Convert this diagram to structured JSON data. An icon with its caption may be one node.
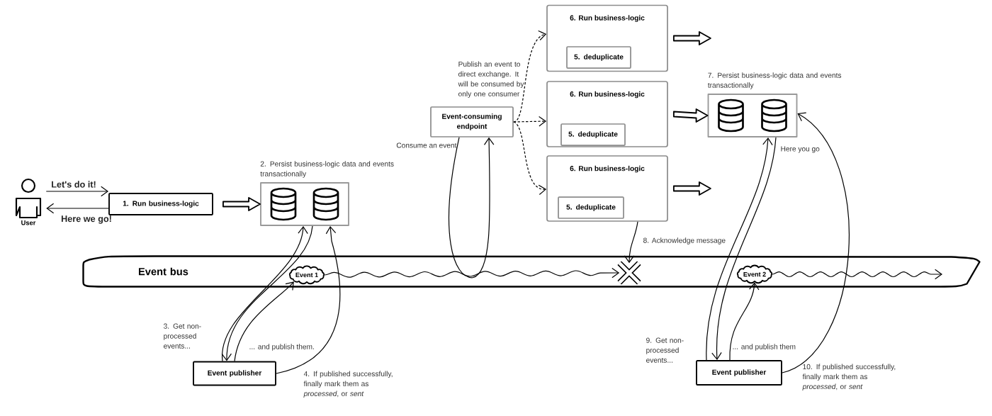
{
  "diagram": {
    "nodes": [
      {
        "text": [
          "User"
        ]
      },
      {
        "text": [
          "1. Run business-logic"
        ]
      },
      {
        "text": [
          "2. Persist business-logic data and events transactionally"
        ]
      },
      {
        "text": [
          "Event bus"
        ]
      },
      {
        "text": [
          "Event 1"
        ],
        "in": 3
      },
      {
        "text": [
          "Event publisher"
        ]
      },
      {
        "text": [
          "Event-consuming endpoint"
        ]
      },
      {
        "text": [
          "6. Run business-logic"
        ]
      },
      {
        "text": [
          "5. deduplicate"
        ],
        "in": 7
      },
      {
        "text": [
          "6. Run business-logic"
        ]
      },
      {
        "text": [
          "5. deduplicate"
        ],
        "in": 9
      },
      {
        "text": [
          "6. Run business-logic"
        ]
      },
      {
        "text": [
          "5. deduplicate"
        ],
        "in": 11
      },
      {
        "text": [
          "7. Persist business-logic data and events transactionally"
        ]
      },
      {
        "text": [],
        "shape": "cross",
        "in": 3
      },
      {
        "text": [
          "Event 2"
        ],
        "in": 3
      },
      {
        "text": [
          "Event publisher"
        ]
      }
    ],
    "edges": [
      {
        "from": 0,
        "to": 1,
        "arrow": "to",
        "label": "Let's do it!"
      },
      {
        "from": 1,
        "to": 0,
        "arrow": "to",
        "label": "Here we go!"
      },
      {
        "from": 1,
        "to": 2,
        "arrow": "to",
        "style": "thick"
      },
      {
        "from": 5,
        "to": 2,
        "arrow": "to",
        "label": "3. Get non-processed events..."
      },
      {
        "from": 2,
        "to": 5,
        "arrow": "to"
      },
      {
        "from": 5,
        "to": 4,
        "arrow": "to",
        "label": "... and publish them."
      },
      {
        "from": 5,
        "to": 2,
        "arrow": "to",
        "label": "4. If published successfully, finally mark them as *processed*, or *sent*"
      },
      {
        "from": 4,
        "to": 14,
        "arrow": "to"
      },
      {
        "from": 6,
        "to": 3,
        "arrow": "none",
        "label": "Consume an event"
      },
      {
        "from": 6,
        "to": 7,
        "arrow": "to",
        "style": "dashed",
        "label": "Publish an event to direct exchange. It will be consumed by only one consumer"
      },
      {
        "from": 6,
        "to": 9,
        "arrow": "to",
        "style": "dashed"
      },
      {
        "from": 6,
        "to": 11,
        "arrow": "to",
        "style": "dashed"
      },
      {
        "from": 7,
        "to": null,
        "arrow": "to",
        "style": "thick"
      },
      {
        "from": 9,
        "to": 13,
        "arrow": "to",
        "style": "thick"
      },
      {
        "from": 11,
        "to": null,
        "arrow": "to",
        "style": "thick"
      },
      {
        "from": 11,
        "to": 14,
        "arrow": "to",
        "label": "8. Acknowledge message"
      },
      {
        "from": 16,
        "to": 13,
        "arrow": "to",
        "label": "9. Get non-processed events..."
      },
      {
        "from": 13,
        "to": 16,
        "arrow": "to",
        "label": "Here you go"
      },
      {
        "from": 16,
        "to": 15,
        "arrow": "to",
        "label": "... and publish them"
      },
      {
        "from": 16,
        "to": 13,
        "arrow": "to",
        "label": "10. If published successfully, finally mark them as *processed*, or *sent*"
      },
      {
        "from": 15,
        "to": null,
        "arrow": "to"
      },
      {
        "from": 3,
        "to": 6,
        "arrow": "to"
      }
    ]
  }
}
